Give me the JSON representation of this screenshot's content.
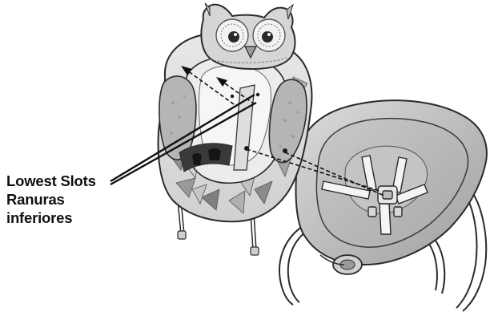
{
  "callout": {
    "lines": [
      "Lowest Slots",
      "Ranuras",
      "inferiores"
    ]
  },
  "illustration": {
    "subject": "seat pad removal from swing seat shell",
    "parts": [
      "owl-head-pillow",
      "seat-pad",
      "seat-shell",
      "harness",
      "swing-frame"
    ],
    "palette": {
      "line": "#2a2a2a",
      "pad_light": "#e6e6e6",
      "pad_mid": "#bdbdbd",
      "pad_dark": "#8c8c8c",
      "shell": "#cfcfcf",
      "shell_inner": "#b8b8b8",
      "leader": "#111111"
    }
  }
}
